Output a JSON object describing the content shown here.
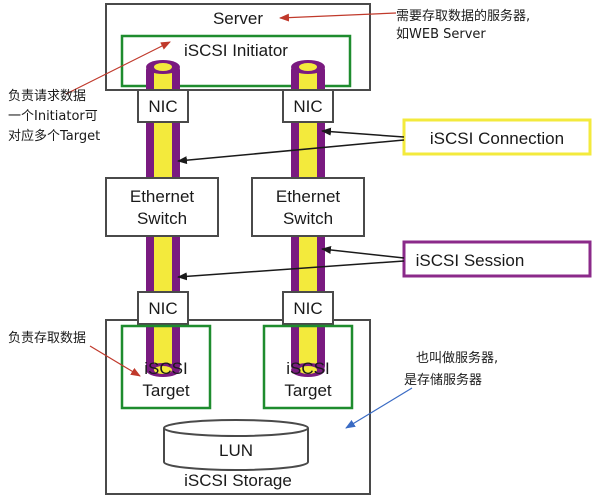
{
  "colors": {
    "border": "#4a4a4a",
    "green": "#1e8c2e",
    "purple": "#7a1a80",
    "yellow": "#f3ea3c",
    "connection_box": "#f3ea3c",
    "session_box": "#8b2a8a",
    "red_arrow": "#c0392b",
    "blue_arrow": "#3a6bc4"
  },
  "server": {
    "title": "Server",
    "initiator": "iSCSI Initiator"
  },
  "nic_labels": [
    "NIC",
    "NIC",
    "NIC",
    "NIC"
  ],
  "switches": [
    {
      "line1": "Ethernet",
      "line2": "Switch"
    },
    {
      "line1": "Ethernet",
      "line2": "Switch"
    }
  ],
  "targets": [
    {
      "line1": "iSCSI",
      "line2": "Target"
    },
    {
      "line1": "iSCSI",
      "line2": "Target"
    }
  ],
  "storage": {
    "lun": "LUN",
    "title": "iSCSI Storage"
  },
  "callouts": {
    "connection": "iSCSI Connection",
    "session": "iSCSI Session"
  },
  "annotations": {
    "server_note_line1": "需要存取数据的服务器,",
    "server_note_line2": "如WEB Server",
    "initiator_note_line1": "负责请求数据",
    "initiator_note_line2": "一个Initiator可",
    "initiator_note_line3": "对应多个Target",
    "target_note": "负责存取数据",
    "storage_note_line1": "也叫做服务器,",
    "storage_note_line2": "是存储服务器"
  }
}
